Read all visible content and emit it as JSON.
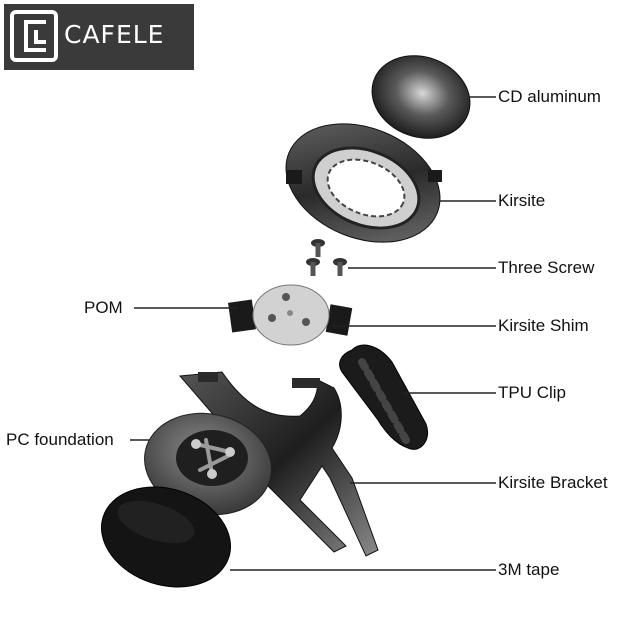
{
  "brand": {
    "name": "CAFELE",
    "background": "#3a3a3a",
    "foreground": "#ffffff"
  },
  "parts": [
    {
      "id": "cd-aluminum",
      "label": "CD aluminum"
    },
    {
      "id": "kirsite",
      "label": "Kirsite"
    },
    {
      "id": "three-screw",
      "label": "Three Screw"
    },
    {
      "id": "pom",
      "label": "POM"
    },
    {
      "id": "kirsite-shim",
      "label": "Kirsite Shim"
    },
    {
      "id": "tpu-clip",
      "label": "TPU Clip"
    },
    {
      "id": "pc-foundation",
      "label": "PC foundation"
    },
    {
      "id": "kirsite-bracket",
      "label": "Kirsite Bracket"
    },
    {
      "id": "3m-tape",
      "label": "3M tape"
    }
  ],
  "colors": {
    "leader": "#222222",
    "metal_dark": "#2a2a2a",
    "metal_light": "#c9c9c9"
  }
}
